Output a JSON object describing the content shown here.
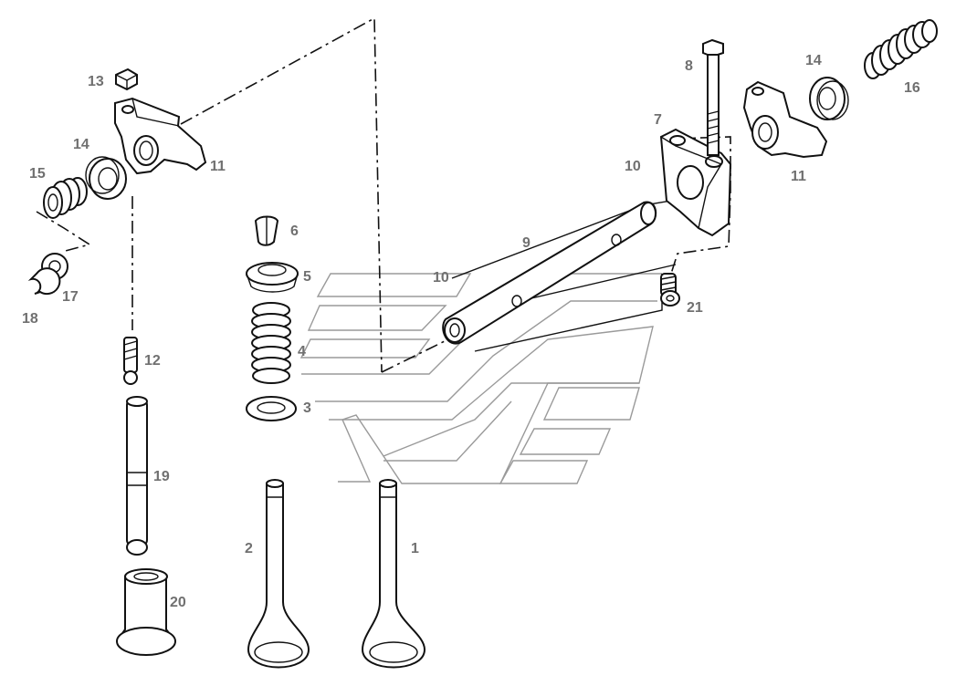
{
  "diagram": {
    "callouts": [
      {
        "id": "1",
        "text": "1"
      },
      {
        "id": "2",
        "text": "2"
      },
      {
        "id": "3",
        "text": "3"
      },
      {
        "id": "4",
        "text": "4"
      },
      {
        "id": "5",
        "text": "5"
      },
      {
        "id": "6",
        "text": "6"
      },
      {
        "id": "7",
        "text": "7"
      },
      {
        "id": "8",
        "text": "8"
      },
      {
        "id": "9",
        "text": "9"
      },
      {
        "id": "10a",
        "text": "10"
      },
      {
        "id": "10b",
        "text": "10"
      },
      {
        "id": "11a",
        "text": "11"
      },
      {
        "id": "11b",
        "text": "11"
      },
      {
        "id": "12",
        "text": "12"
      },
      {
        "id": "13",
        "text": "13"
      },
      {
        "id": "14a",
        "text": "14"
      },
      {
        "id": "14b",
        "text": "14"
      },
      {
        "id": "15",
        "text": "15"
      },
      {
        "id": "16",
        "text": "16"
      },
      {
        "id": "17",
        "text": "17"
      },
      {
        "id": "18",
        "text": "18"
      },
      {
        "id": "19",
        "text": "19"
      },
      {
        "id": "20",
        "text": "20"
      },
      {
        "id": "21",
        "text": "21"
      }
    ],
    "colors": {
      "line": "#111111",
      "callout": "#707070",
      "watermark": "#9a9a9a"
    }
  }
}
